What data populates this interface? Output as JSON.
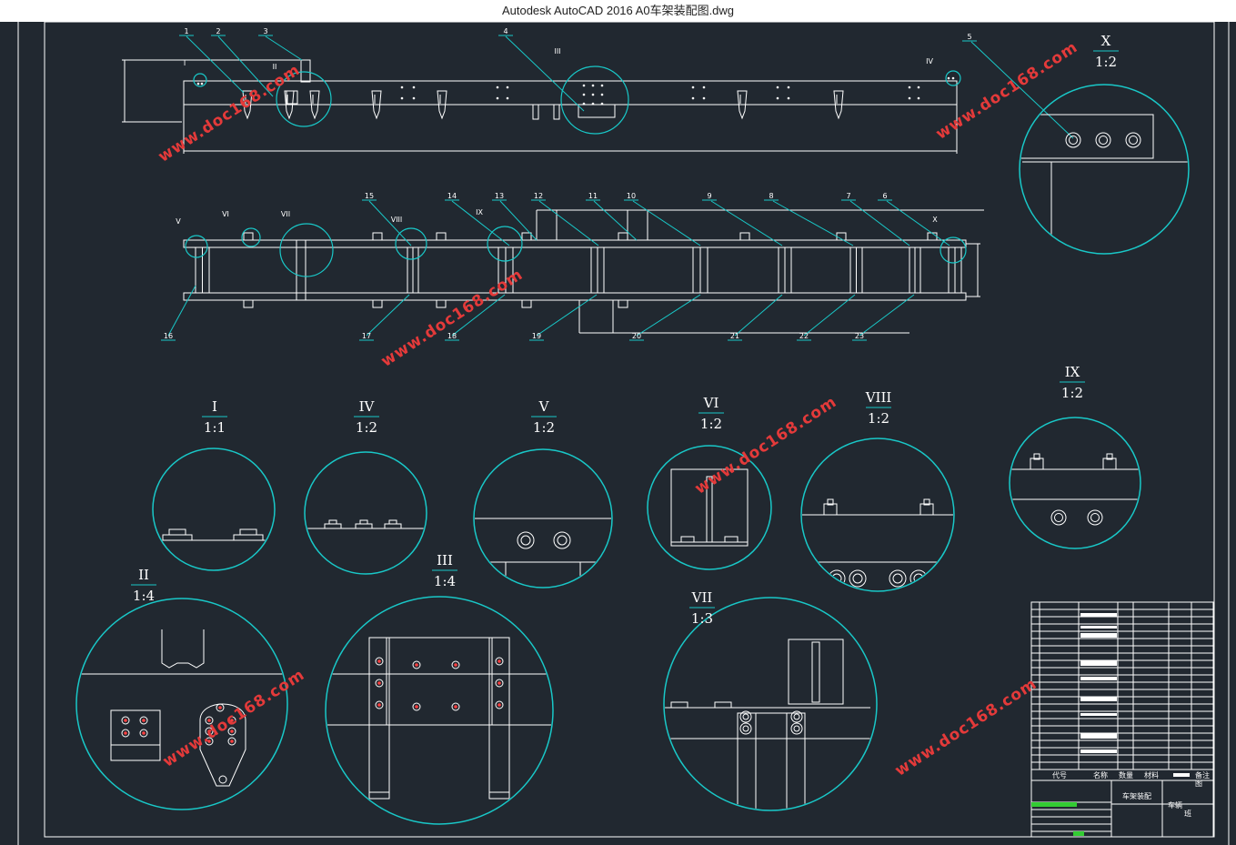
{
  "window": {
    "title": "Autodesk AutoCAD 2016     A0车架装配图.dwg"
  },
  "colors": {
    "background": "#212830",
    "outline": "#ffffff",
    "detail_circle": "#19c8c8",
    "leader": "#19c8c8",
    "watermark": "#e43a3a",
    "title_green": "#33cc33"
  },
  "watermark": "www.doc168.com",
  "part_numbers": [
    "1",
    "2",
    "3",
    "4",
    "5",
    "6",
    "7",
    "8",
    "9",
    "10",
    "11",
    "12",
    "13",
    "14",
    "15",
    "16",
    "17",
    "18",
    "19",
    "20",
    "21",
    "22",
    "23"
  ],
  "marker_labels": [
    "I",
    "II",
    "III",
    "IV",
    "V",
    "VI",
    "VII",
    "VIII",
    "IX",
    "X"
  ],
  "details": [
    {
      "id": "X",
      "roman": "X",
      "scale": "1:2"
    },
    {
      "id": "IX",
      "roman": "IX",
      "scale": "1:2"
    },
    {
      "id": "I",
      "roman": "I",
      "scale": "1:1"
    },
    {
      "id": "IV",
      "roman": "IV",
      "scale": "1:2"
    },
    {
      "id": "V",
      "roman": "V",
      "scale": "1:2"
    },
    {
      "id": "VI",
      "roman": "VI",
      "scale": "1:2"
    },
    {
      "id": "VIII",
      "roman": "VIII",
      "scale": "1:2"
    },
    {
      "id": "II",
      "roman": "II",
      "scale": "1:4"
    },
    {
      "id": "III",
      "roman": "III",
      "scale": "1:4"
    },
    {
      "id": "VII",
      "roman": "VII",
      "scale": "1:3"
    }
  ],
  "title_block": {
    "header_code": "代号",
    "header_name": "名称",
    "header_qty": "数量",
    "header_material": "材料",
    "header_note": "备注",
    "drawing_title": "车架装配",
    "school_label": "车辆",
    "class_label": "班",
    "map_label": "图"
  }
}
